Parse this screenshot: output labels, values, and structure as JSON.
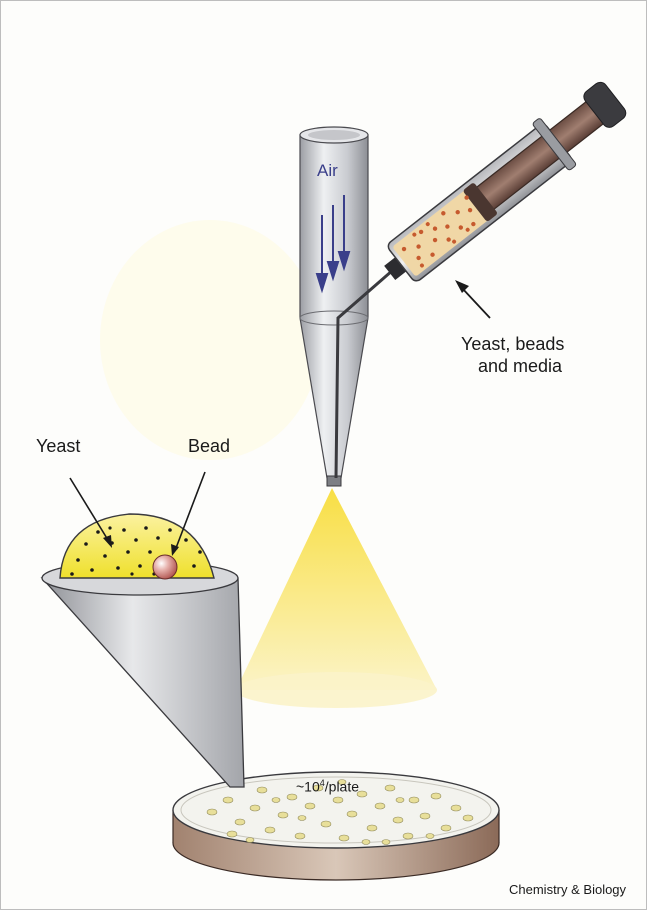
{
  "labels": {
    "air": "Air",
    "yeast_beads_media_line1": "Yeast, beads",
    "yeast_beads_media_line2": "and media",
    "yeast": "Yeast",
    "bead": "Bead",
    "plate_count_prefix": "~10",
    "plate_count_exp": "4",
    "plate_count_suffix": "/plate",
    "credit": "Chemistry & Biology"
  },
  "colors": {
    "spray": "#f6e36a",
    "droplet": "#f5e53a",
    "bead": "#d98a86",
    "syringe_fill": "#f0d7a6",
    "syringe_dots": "#c65a2e",
    "metal": "#b7b8bc",
    "plate_rim": "#8b6a58",
    "colony": "#e8df9a",
    "arrow": "#3a3f8a"
  }
}
